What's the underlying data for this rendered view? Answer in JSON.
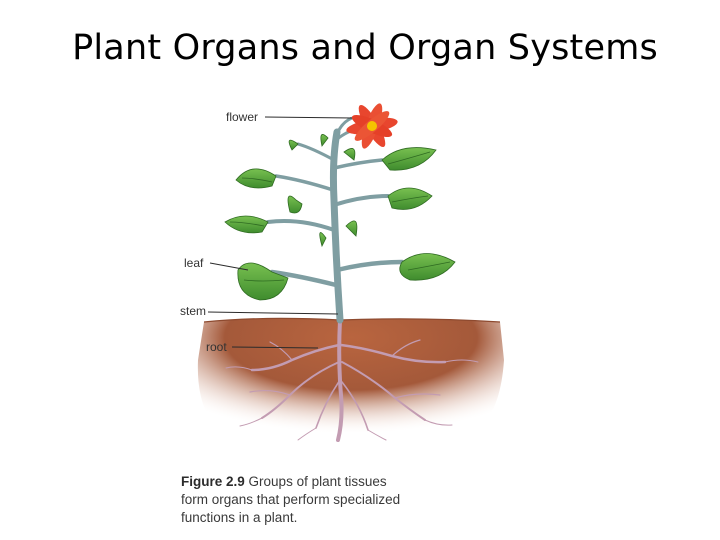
{
  "slide": {
    "title": "Plant Organs and Organ Systems"
  },
  "diagram": {
    "labels": {
      "flower": "flower",
      "leaf": "leaf",
      "stem": "stem",
      "root": "root"
    },
    "colors": {
      "petal": "#e8462e",
      "flower_center": "#f5c400",
      "leaf": "#5aa83c",
      "stem": "#7fa0a3",
      "soil": "#a5583a",
      "root": "#c9a0b5"
    }
  },
  "caption": {
    "figure_number": "Figure 2.9",
    "line1": "Groups of plant tissues",
    "line2": "form organs that perform specialized",
    "line3": "functions in a plant."
  }
}
